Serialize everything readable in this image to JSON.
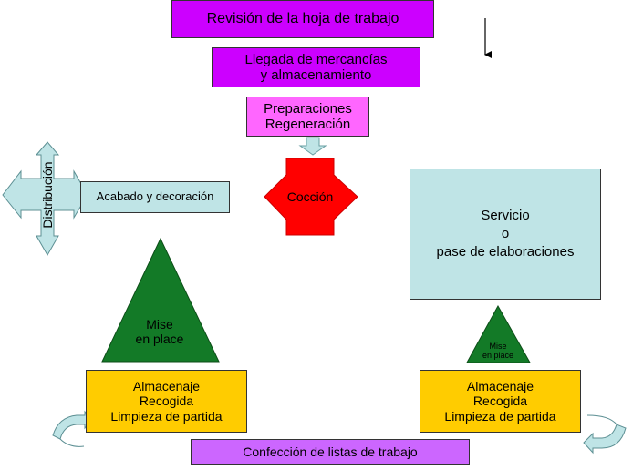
{
  "colors": {
    "magenta": "#cc00ff",
    "pink": "#ff66ff",
    "red": "#ff0000",
    "light_blue": "#bfe4e6",
    "green": "#137a27",
    "yellow": "#ffcc00",
    "purple": "#cc66ff"
  },
  "diagram": {
    "title_box": "Revisión de la hoja de trabajo",
    "arrival_box": [
      "Llegada de mercancías",
      "y almacenamiento"
    ],
    "prep_box": [
      "Preparaciones",
      "Regeneración"
    ],
    "cooking_label": "Cocción",
    "distribution_label": "Distribución",
    "finishing_box": "Acabado y decoración",
    "service_box": [
      "Servicio",
      "o",
      "pase de elaboraciones"
    ],
    "mise_large": [
      "Mise",
      "en place"
    ],
    "mise_small": [
      "Mise",
      "en place"
    ],
    "left_task_box": [
      "Almacenaje",
      "Recogida",
      "Limpieza de partida"
    ],
    "right_task_box": [
      "Almacenaje",
      "Recogida",
      "Limpieza de partida"
    ],
    "bottom_box": "Confección de listas de trabajo"
  }
}
